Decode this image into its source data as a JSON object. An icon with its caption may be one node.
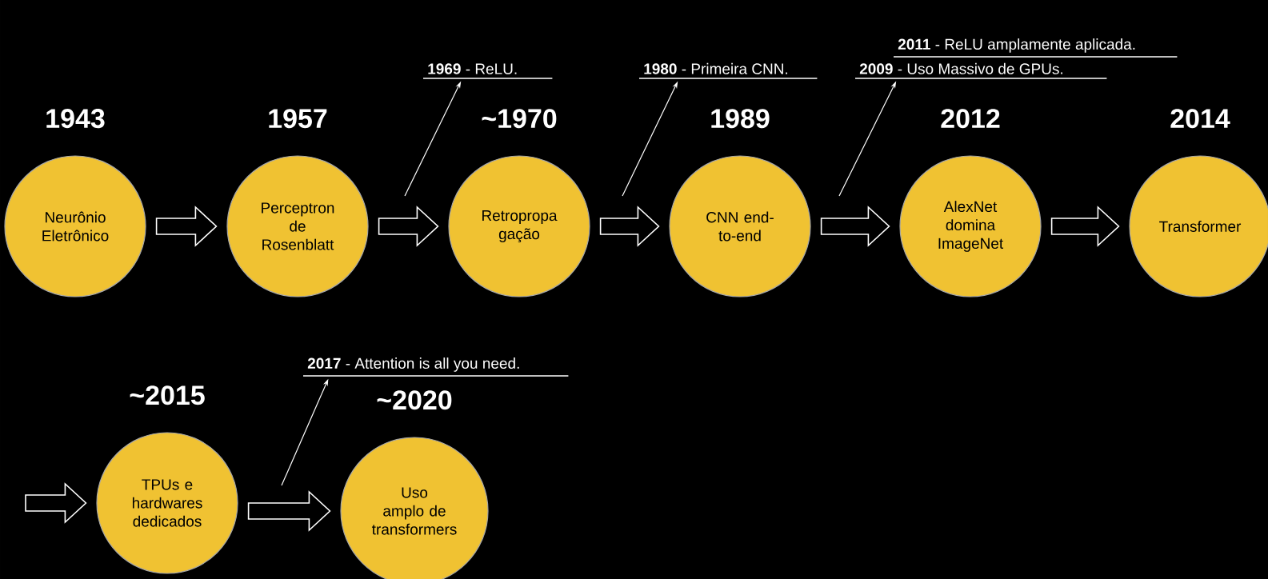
{
  "diagram": {
    "nodes": [
      {
        "text": [
          "Neurônio Eletrônico"
        ],
        "beside": [
          "1943"
        ]
      },
      {
        "text": [
          "Perceptron de Rosenblatt"
        ],
        "beside": [
          "1957"
        ]
      },
      {
        "text": [
          "Retropropa gação"
        ],
        "beside": [
          "~1970"
        ]
      },
      {
        "text": [
          "CNN end-to-end"
        ],
        "beside": [
          "1989"
        ]
      },
      {
        "text": [
          "AlexNet domina ImageNet"
        ],
        "beside": [
          "2012"
        ]
      },
      {
        "text": [
          "Transformer"
        ],
        "beside": [
          "2014"
        ]
      },
      {
        "text": [
          "TPUs e hardwares dedicados"
        ],
        "beside": [
          "~2015"
        ]
      },
      {
        "text": [
          "Uso amplo de transformers"
        ],
        "beside": [
          "~2020"
        ]
      },
      {
        "text": [
          "**1969** - ReLU."
        ]
      },
      {
        "text": [
          "**1980** - Primeira CNN."
        ]
      },
      {
        "text": [
          "**2009** - Uso Massivo de GPUs."
        ]
      },
      {
        "text": [
          "**2017** - Attention is all you need."
        ]
      }
    ],
    "edges": [
      {
        "from": 0,
        "to": 1,
        "arrow": "to"
      },
      {
        "from": 1,
        "to": 2,
        "arrow": "to"
      },
      {
        "from": 2,
        "to": 3,
        "arrow": "to"
      },
      {
        "from": 3,
        "to": 4,
        "arrow": "to"
      },
      {
        "from": 4,
        "to": 5,
        "arrow": "to"
      },
      {
        "from": null,
        "to": 6,
        "arrow": "to"
      },
      {
        "from": 6,
        "to": 7,
        "arrow": "to"
      },
      {
        "from": null,
        "to": 8,
        "arrow": "to"
      },
      {
        "from": null,
        "to": 9,
        "arrow": "to"
      },
      {
        "from": null,
        "to": 10,
        "arrow": "to"
      },
      {
        "from": null,
        "to": 11,
        "arrow": "to"
      }
    ],
    "labels": [
      "**2011** - ReLU amplamente aplicada."
    ]
  }
}
